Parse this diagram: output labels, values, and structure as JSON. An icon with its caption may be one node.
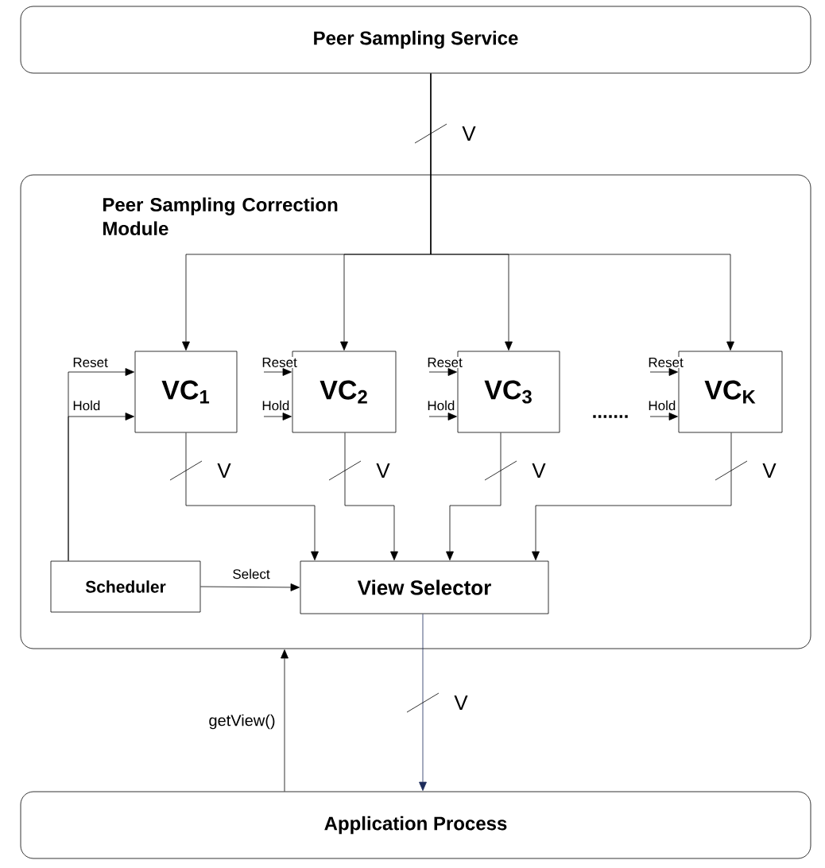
{
  "diagram": {
    "nodes": [
      {
        "text": [
          "Peer Sampling Service"
        ]
      },
      {
        "text": [
          "Peer Sampling Correction Module"
        ]
      },
      {
        "text": [
          "VC$_{1}$"
        ],
        "in": 1
      },
      {
        "text": [
          "VC$_{2}$"
        ],
        "in": 1
      },
      {
        "text": [
          "VC$_{3}$"
        ],
        "in": 1
      },
      {
        "text": [
          "VC$_{K}$"
        ],
        "in": 1
      },
      {
        "text": [
          "Scheduler"
        ],
        "in": 1
      },
      {
        "text": [
          "View Selector"
        ],
        "in": 1
      },
      {
        "text": [
          "Application Process"
        ]
      }
    ],
    "edges": [
      {
        "from": 0,
        "to": 2,
        "arrow": "to",
        "label": "V"
      },
      {
        "from": 0,
        "to": 3,
        "arrow": "to"
      },
      {
        "from": 0,
        "to": 4,
        "arrow": "to"
      },
      {
        "from": 0,
        "to": 5,
        "arrow": "to"
      },
      {
        "from": 2,
        "to": 7,
        "arrow": "to",
        "label": "V"
      },
      {
        "from": 3,
        "to": 7,
        "arrow": "to",
        "label": "V"
      },
      {
        "from": 4,
        "to": 7,
        "arrow": "to",
        "label": "V"
      },
      {
        "from": 5,
        "to": 7,
        "arrow": "to",
        "label": "V"
      },
      {
        "from": 6,
        "to": 2,
        "arrow": "to",
        "label": "Reset"
      },
      {
        "from": 6,
        "to": 2,
        "arrow": "to",
        "label": "Hold"
      },
      {
        "from": null,
        "to": 3,
        "arrow": "to",
        "label": "Reset"
      },
      {
        "from": null,
        "to": 3,
        "arrow": "to",
        "label": "Hold"
      },
      {
        "from": null,
        "to": 4,
        "arrow": "to",
        "label": "Reset"
      },
      {
        "from": null,
        "to": 4,
        "arrow": "to",
        "label": "Hold"
      },
      {
        "from": null,
        "to": 5,
        "arrow": "to",
        "label": "Reset"
      },
      {
        "from": null,
        "to": 5,
        "arrow": "to",
        "label": "Hold"
      },
      {
        "from": 6,
        "to": 7,
        "arrow": "to",
        "label": "Select"
      },
      {
        "from": 7,
        "to": 8,
        "arrow": "to",
        "label": "V",
        "color": "#1c2b5a"
      },
      {
        "from": 8,
        "to": 1,
        "arrow": "to",
        "label": "getView()"
      }
    ],
    "labels": [
      "......."
    ]
  }
}
